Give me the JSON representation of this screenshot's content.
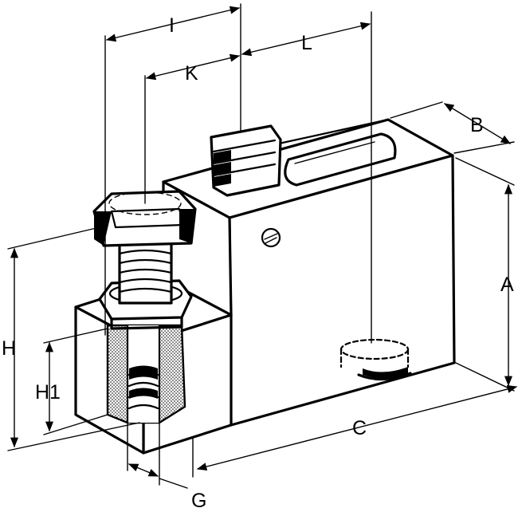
{
  "labels": {
    "I": "I",
    "K": "K",
    "L": "L",
    "B": "B",
    "A": "A",
    "H": "H",
    "H1": "H1",
    "C": "C",
    "G": "G"
  },
  "colors": {
    "ink": "#000000",
    "paper": "#ffffff"
  }
}
